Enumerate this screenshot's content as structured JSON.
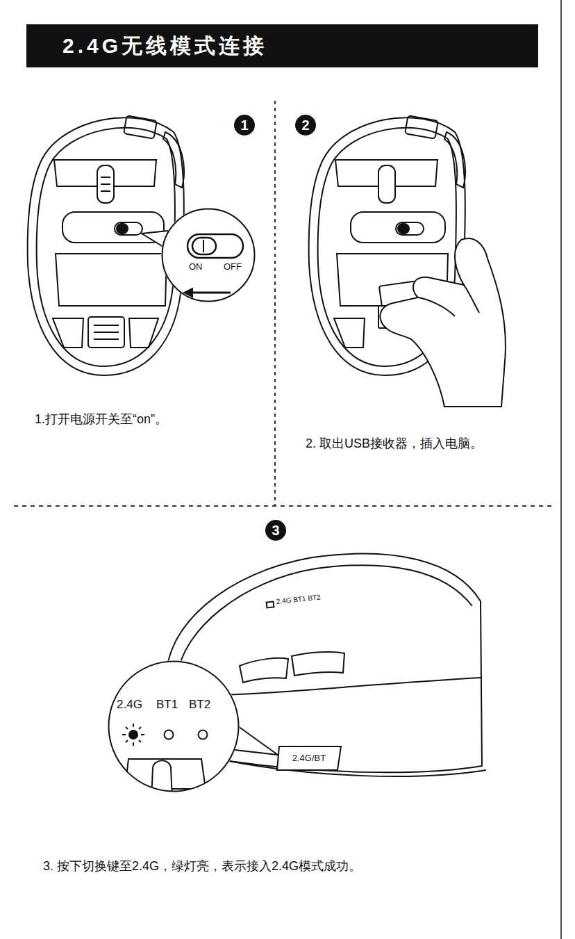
{
  "diagram": {
    "title": "2.4G无线模式连接",
    "nodes": [
      {
        "text": [
          "1"
        ]
      },
      {
        "text": [
          "2"
        ]
      },
      {
        "text": [
          "ON",
          "OFF"
        ]
      },
      {
        "text": [
          "3"
        ]
      },
      {
        "text": [
          "2.4G",
          "BT1",
          "BT2"
        ]
      },
      {
        "text": [
          "2.4G/BT"
        ]
      }
    ],
    "labels": [
      "1.打开电源开关至“on”。",
      "2. 取出USB接收器，插入电脑。",
      "2.4G BT1 BT2",
      "3. 按下切换键至2.4G，绿灯亮，表示接入2.4G模式成功。"
    ]
  }
}
